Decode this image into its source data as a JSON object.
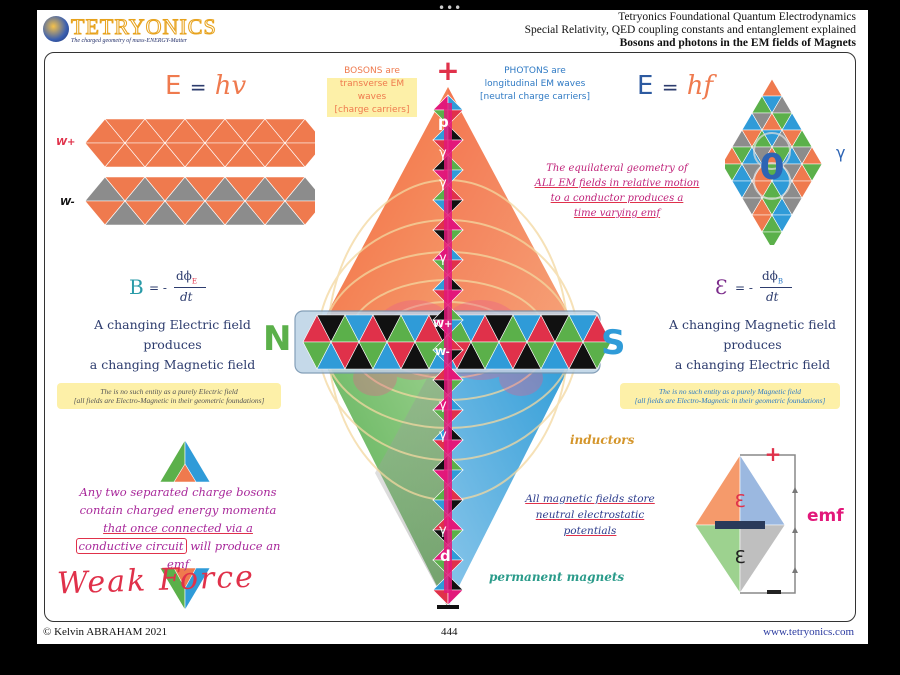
{
  "header": {
    "logo_text": "TETRYONICS",
    "logo_tagline": "The charged geometry of mass-ENERGY-Matter",
    "line1": "Tetryonics Foundational Quantum Electrodynamics",
    "line2": "Special Relativity, QED coupling constants and entanglement explained",
    "line3": "Bosons and photons in the EM fields of Magnets"
  },
  "equations": {
    "e_hv_left": "E",
    "e_hv_eq": "=",
    "e_hv_right": "hv",
    "e_hf_left": "E",
    "e_hf_eq": "=",
    "e_hf_right": "hf",
    "b_left": "B",
    "b_rhs": "= -",
    "b_num": "dϕ",
    "b_num_sub": "E",
    "b_den": "dt",
    "emf_left": "Ɛ",
    "emf_rhs": "= -",
    "emf_num": "dϕ",
    "emf_num_sub": "B",
    "emf_den": "dt"
  },
  "labels": {
    "w_plus": "W+",
    "w_minus": "W-",
    "bosons_title": "BOSONS are",
    "bosons_line2": "transverse EM waves",
    "bosons_line3": "[charge carriers]",
    "photons_title": "PHOTONS are",
    "photons_line2": "longitudinal EM waves",
    "photons_line3": "[neutral charge carriers]",
    "plus": "+",
    "minus": "−",
    "north": "N",
    "south": "S",
    "gamma": "γ",
    "p_label": "p",
    "d_label": "d",
    "wplus_mid": "W+",
    "wminus_mid": "W-",
    "inductors": "inductors",
    "permanent_magnets": "permanent magnets",
    "emf": "emf",
    "weak_force": "Weak   Force"
  },
  "text": {
    "equilateral_1": "The equilateral geometry of",
    "equilateral_2": "ALL EM fields in relative motion",
    "equilateral_3": "to a conductor produces a",
    "equilateral_4": "time varying emf",
    "left_change_1": "A changing Electric field",
    "left_change_2": "produces",
    "left_change_3": "a changing Magnetic field",
    "right_change_1": "A changing Magnetic field",
    "right_change_2": "produces",
    "right_change_3": "a changing Electric field",
    "left_note_1": "The is no such entity as a purely Electric field",
    "left_note_2": "[all fields are Electro-Magnetic in their geometric foundations]",
    "right_note_1": "The is no such entity as a purely Magnetic field",
    "right_note_2": "[all fields are Electro-Magnetic in their geometric foundations]",
    "bosons_sep_1": "Any two separated charge bosons",
    "bosons_sep_2": "contain charged energy momenta",
    "bosons_sep_3": "that once connected via a",
    "bosons_sep_4a": "conductive circuit",
    "bosons_sep_4b": " will produce an emf",
    "magnetic_store_1": "All magnetic fields store",
    "magnetic_store_2": "neutral electrostatic",
    "magnetic_store_3": "potentials"
  },
  "footer": {
    "copyright": "© Kelvin ABRAHAM 2021",
    "page": "444",
    "url": "www.tetryonics.com"
  },
  "colors": {
    "red": "#e0314a",
    "orange": "#ef7a4e",
    "green": "#5bb04a",
    "blue": "#2f9bd8",
    "black": "#111111",
    "magenta": "#e2187a",
    "navy": "#2d3c6e",
    "highlight": "#fdf0a8"
  }
}
